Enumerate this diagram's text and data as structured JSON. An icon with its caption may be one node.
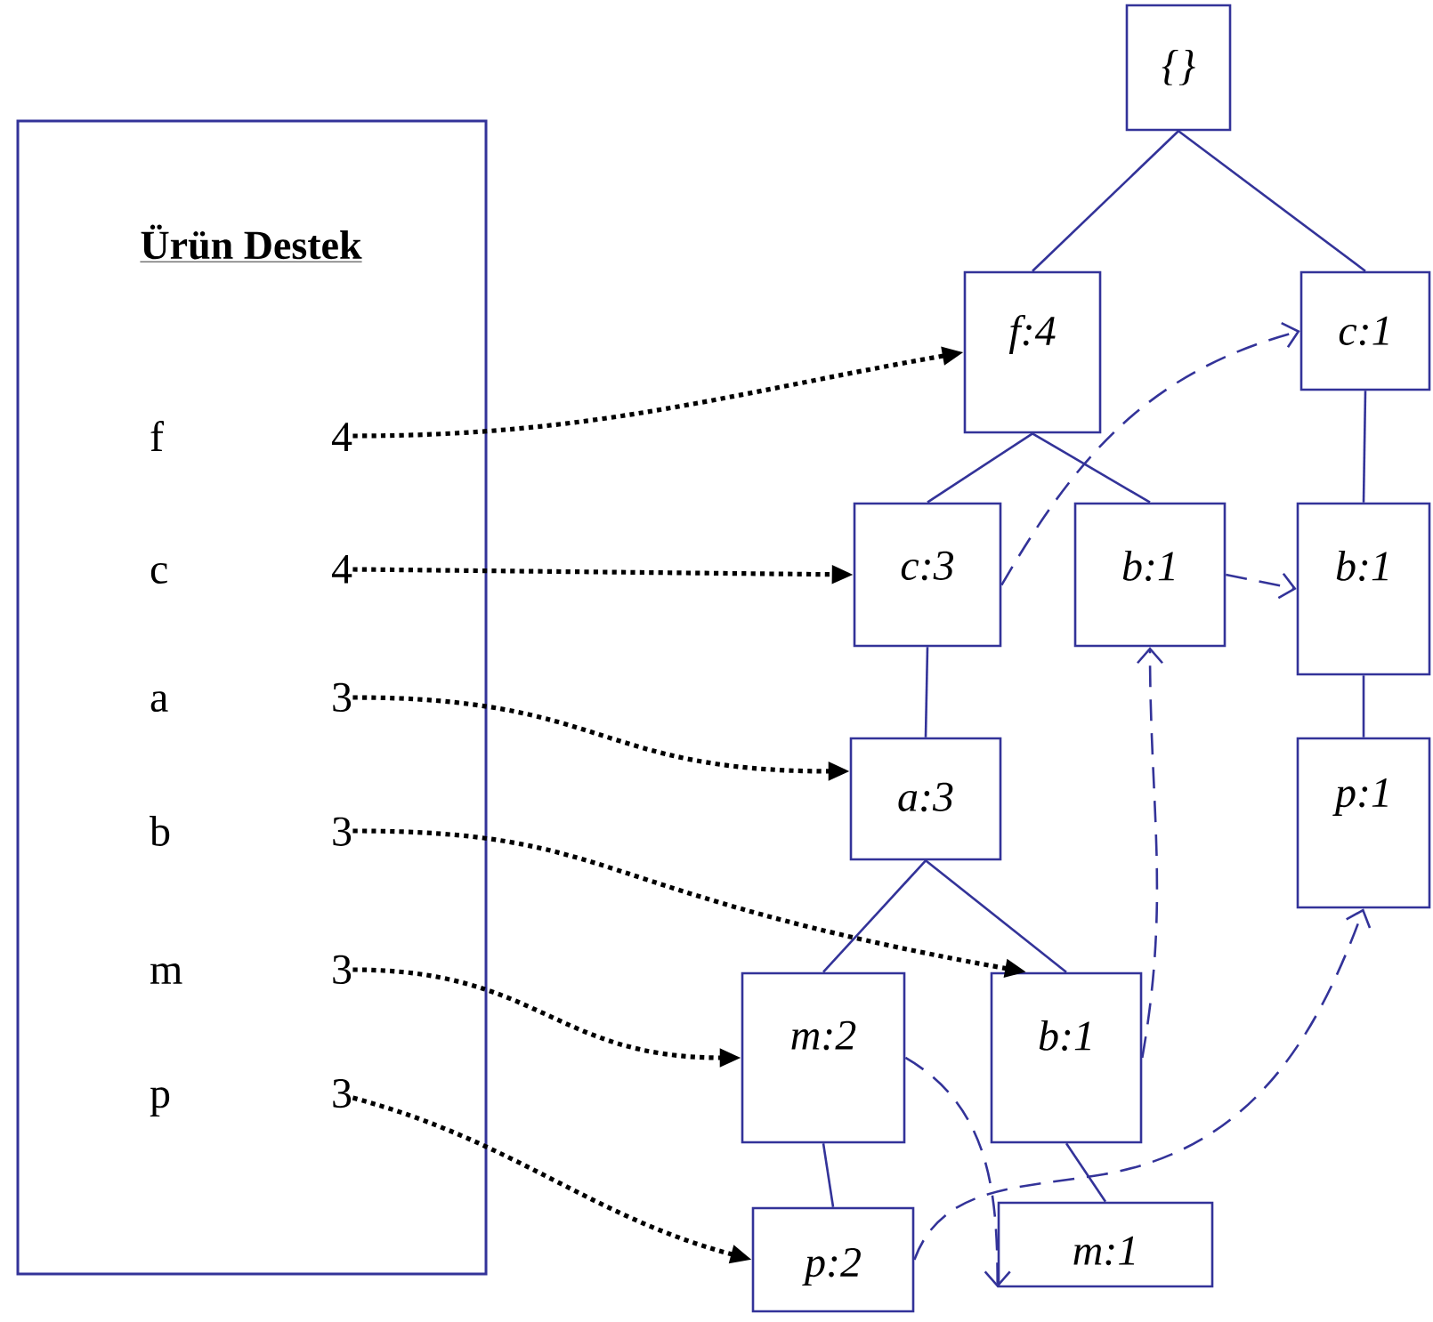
{
  "diagram": {
    "nodes": [
      {
        "text": [
          "Ürün Destek"
        ]
      },
      {
        "text": [
          "f",
          "4"
        ],
        "in": 0
      },
      {
        "text": [
          "c",
          "4"
        ],
        "in": 0
      },
      {
        "text": [
          "a",
          "3"
        ],
        "in": 0
      },
      {
        "text": [
          "b",
          "3"
        ],
        "in": 0
      },
      {
        "text": [
          "m",
          "3"
        ],
        "in": 0
      },
      {
        "text": [
          "p",
          "3"
        ],
        "in": 0
      },
      {
        "text": [
          "{}"
        ]
      },
      {
        "text": [
          "f:4"
        ]
      },
      {
        "text": [
          "c:1"
        ]
      },
      {
        "text": [
          "c:3"
        ]
      },
      {
        "text": [
          "b:1"
        ]
      },
      {
        "text": [
          "b:1"
        ]
      },
      {
        "text": [
          "a:3"
        ]
      },
      {
        "text": [
          "p:1"
        ]
      },
      {
        "text": [
          "m:2"
        ]
      },
      {
        "text": [
          "b:1"
        ]
      },
      {
        "text": [
          "p:2"
        ]
      },
      {
        "text": [
          "m:1"
        ]
      }
    ],
    "edges": [
      {
        "from": 7,
        "to": 8,
        "arrow": "none"
      },
      {
        "from": 7,
        "to": 9,
        "arrow": "none"
      },
      {
        "from": 8,
        "to": 10,
        "arrow": "none"
      },
      {
        "from": 8,
        "to": 11,
        "arrow": "none"
      },
      {
        "from": 9,
        "to": 12,
        "arrow": "none"
      },
      {
        "from": 10,
        "to": 13,
        "arrow": "none"
      },
      {
        "from": 12,
        "to": 14,
        "arrow": "none"
      },
      {
        "from": 13,
        "to": 15,
        "arrow": "none"
      },
      {
        "from": 13,
        "to": 16,
        "arrow": "none"
      },
      {
        "from": 15,
        "to": 17,
        "arrow": "none"
      },
      {
        "from": 16,
        "to": 18,
        "arrow": "none"
      },
      {
        "from": 1,
        "to": 8,
        "arrow": "to",
        "style": "dashed",
        "color": "#000000"
      },
      {
        "from": 2,
        "to": 10,
        "arrow": "to",
        "style": "dashed",
        "color": "#000000"
      },
      {
        "from": 3,
        "to": 13,
        "arrow": "to",
        "style": "dashed",
        "color": "#000000"
      },
      {
        "from": 4,
        "to": 16,
        "arrow": "to",
        "style": "dashed",
        "color": "#000000"
      },
      {
        "from": 5,
        "to": 15,
        "arrow": "to",
        "style": "dashed",
        "color": "#000000"
      },
      {
        "from": 6,
        "to": 17,
        "arrow": "to",
        "style": "dashed",
        "color": "#000000"
      },
      {
        "from": 10,
        "to": 9,
        "arrow": "to",
        "style": "dashed"
      },
      {
        "from": 11,
        "to": 12,
        "arrow": "to",
        "style": "dashed"
      },
      {
        "from": 16,
        "to": 11,
        "arrow": "to",
        "style": "dashed"
      },
      {
        "from": 15,
        "to": 18,
        "arrow": "to",
        "style": "dashed"
      },
      {
        "from": 17,
        "to": 14,
        "arrow": "to",
        "style": "dashed"
      }
    ]
  }
}
